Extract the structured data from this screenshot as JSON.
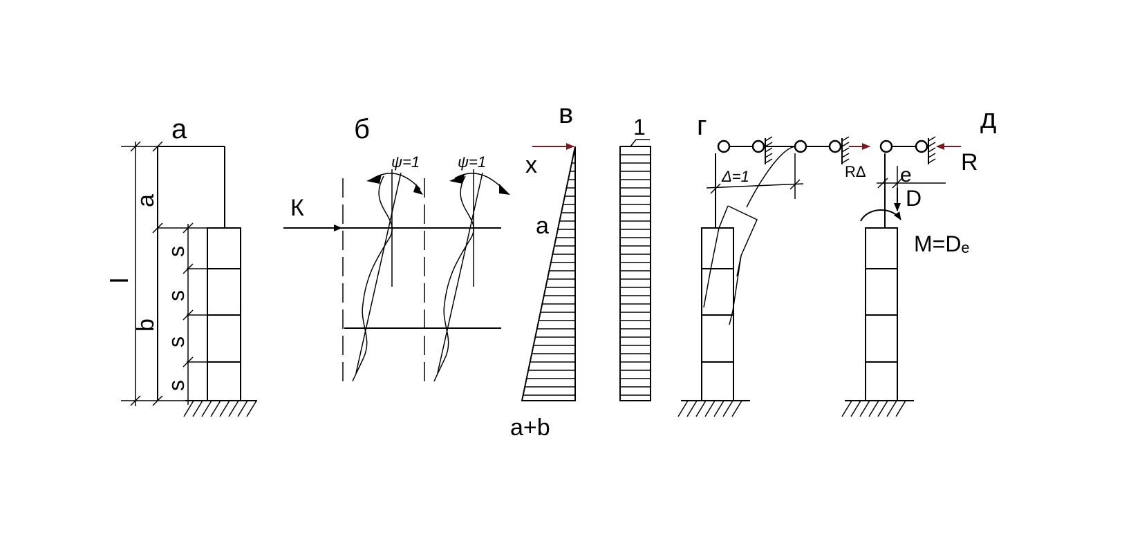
{
  "panels": {
    "a": {
      "label": "а",
      "length_labels": {
        "a": "a",
        "b": "b",
        "l": "l"
      },
      "segment_labels": [
        "s",
        "s",
        "s",
        "s"
      ]
    },
    "b": {
      "label": "б",
      "force_label": "К",
      "psi_left": "ψ=1",
      "psi_right": "ψ=1"
    },
    "v": {
      "label": "в",
      "top_label": "x",
      "mid_label": "a",
      "bottom_label": "a+b",
      "uniform_label": "1"
    },
    "g": {
      "label": "г",
      "delta_label": "Δ=1",
      "reaction_label": "RΔ"
    },
    "d": {
      "label": "д",
      "reaction_label": "R",
      "ecc_label": "e",
      "force_label": "D",
      "moment_label": "M=Dₑ"
    }
  },
  "colors": {
    "line": "#000000",
    "arrow_accent": "#7a1b24",
    "background": "#ffffff"
  }
}
